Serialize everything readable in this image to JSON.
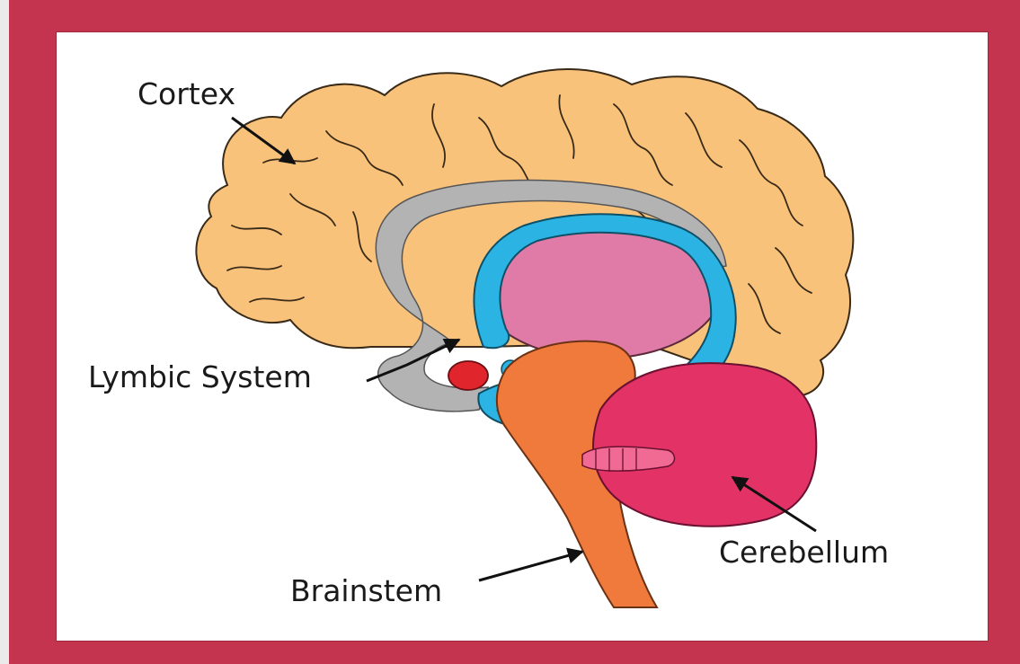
{
  "labels": {
    "cortex": "Cortex",
    "limbic": "Lymbic System",
    "cerebellum": "Cerebellum",
    "brainstem": "Brainstem"
  },
  "colors": {
    "frame": "#c4344f",
    "panel_bg": "#ffffff",
    "cortex": "#f9c27a",
    "corpus_callosum": "#b3b3b3",
    "fornix": "#2bb3e3",
    "thalamus": "#e07aa7",
    "amygdala": "#e0262c",
    "brainstem": "#f07a3c",
    "cerebellum": "#e23266"
  }
}
